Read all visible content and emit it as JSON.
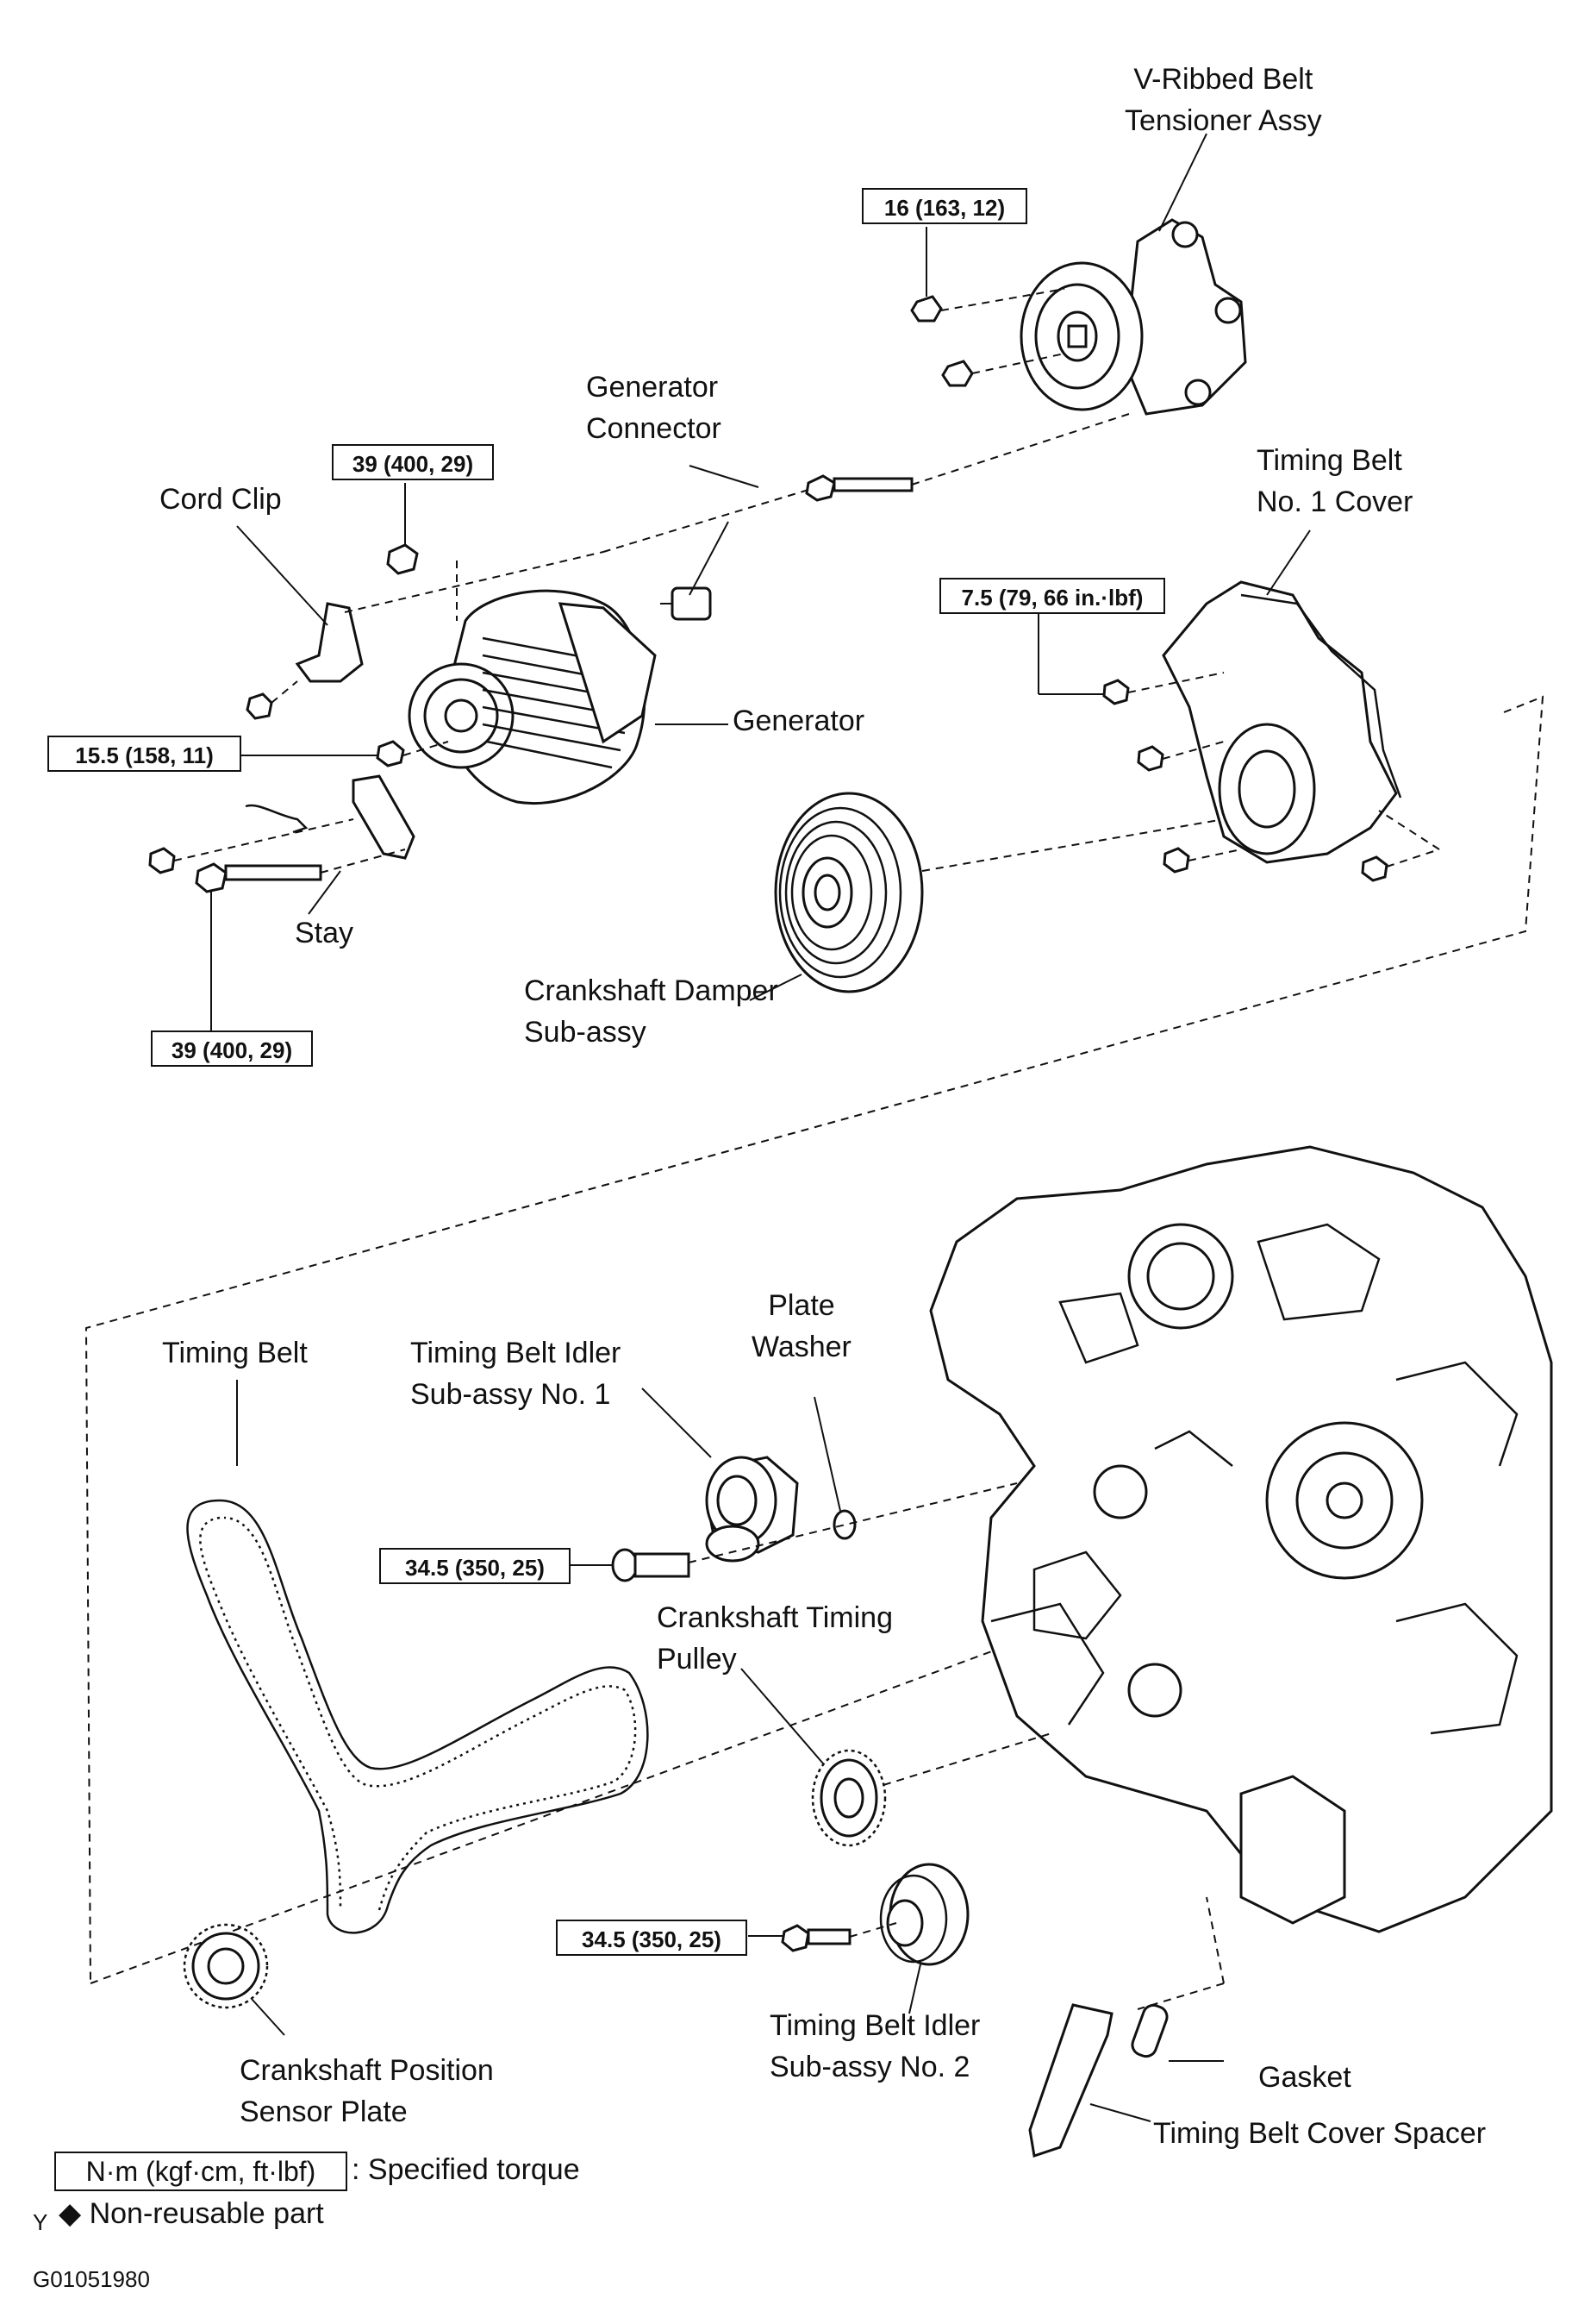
{
  "parts": {
    "v_ribbed_belt_tensioner": [
      "V-Ribbed Belt",
      "Tensioner Assy"
    ],
    "generator_connector": [
      "Generator",
      "Connector"
    ],
    "cord_clip": [
      "Cord Clip"
    ],
    "timing_belt_no1_cover": [
      "Timing Belt",
      "No. 1 Cover"
    ],
    "generator": [
      "Generator"
    ],
    "stay": [
      "Stay"
    ],
    "crankshaft_damper": [
      "Crankshaft  Damper",
      "Sub-assy"
    ],
    "timing_belt": [
      "Timing Belt"
    ],
    "idler_no1": [
      "Timing Belt Idler",
      "Sub-assy No. 1"
    ],
    "plate_washer": [
      "Plate",
      "Washer"
    ],
    "crankshaft_timing_pulley": [
      "Crankshaft Timing",
      "Pulley"
    ],
    "crank_position_sensor_plate": [
      "Crankshaft Position",
      "Sensor Plate"
    ],
    "idler_no2": [
      "Timing Belt Idler",
      "Sub-assy No. 2"
    ],
    "gasket": [
      "Gasket"
    ],
    "cover_spacer": [
      "Timing Belt Cover Spacer"
    ]
  },
  "torques": {
    "tensioner_bolt": "16 (163, 12)",
    "generator_top_nut": "39 (400, 29)",
    "cover_bolt": "7.5 (79, 66 in.·lbf)",
    "generator_nut": "15.5 (158, 11)",
    "stay_bolt": "39 (400, 29)",
    "idler_no1_bolt": "34.5 (350, 25)",
    "idler_no2_bolt": "34.5 (350, 25)"
  },
  "legend": {
    "unit_box": "N·m (kgf·cm, ft·lbf)",
    "unit_text": ": Specified torque",
    "marker": "Y",
    "nonreusable_text": "◆ Non-reusable part"
  },
  "figure_id": "G01051980"
}
